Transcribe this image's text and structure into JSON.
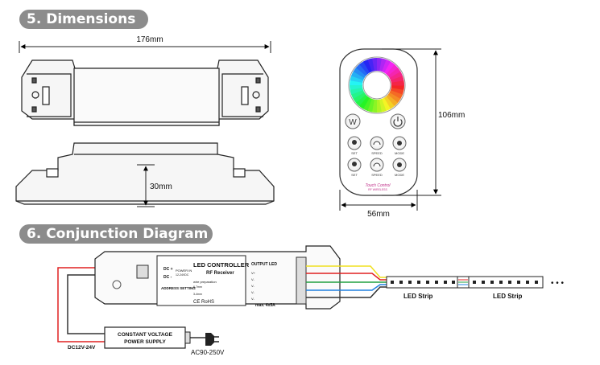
{
  "sections": {
    "dimensions_title": "5. Dimensions",
    "conjunction_title": "6. Conjunction Diagram"
  },
  "dimensions": {
    "length": "176mm",
    "height": "30mm",
    "remote_height": "106mm",
    "remote_width": "56mm"
  },
  "remote": {
    "w_key": "W",
    "row2_labels": [
      "SET",
      "SPEED",
      "MODE"
    ],
    "row3_labels": [
      "SET",
      "SPEED",
      "MODE"
    ],
    "brand_line1": "Touch Control",
    "brand_line2": "RF WIRELESS"
  },
  "controller": {
    "title": "LED CONTROLLER",
    "subtitle": "RF Receiver",
    "output_label": "OUTPUT LED",
    "dc_plus": "DC +",
    "dc_minus": "DC -",
    "power_in": "POWER IN",
    "power_range": "12-24VDC",
    "address_setting": "ADDRESS SETTING",
    "wire_prep": "wire preparation",
    "strip_len": "6-7mm",
    "strip_len2": "3-4mm",
    "ce_rohs": "CE RoHS",
    "max_current": "max. 4x5A",
    "terminals": [
      "V+",
      "V-",
      "V-",
      "V-",
      "V-"
    ]
  },
  "wiring": {
    "power_supply_line1": "CONSTANT VOLTAGE",
    "power_supply_line2": "POWER SUPPLY",
    "dc_label": "DC12V-24V",
    "ac_label": "AC90-250V",
    "strip1": "LED Strip",
    "strip2": "LED Strip",
    "continuation": "• • •",
    "wire_colors": [
      "#f0e020",
      "#e02020",
      "#20a040",
      "#2080e0",
      "#303030"
    ]
  }
}
